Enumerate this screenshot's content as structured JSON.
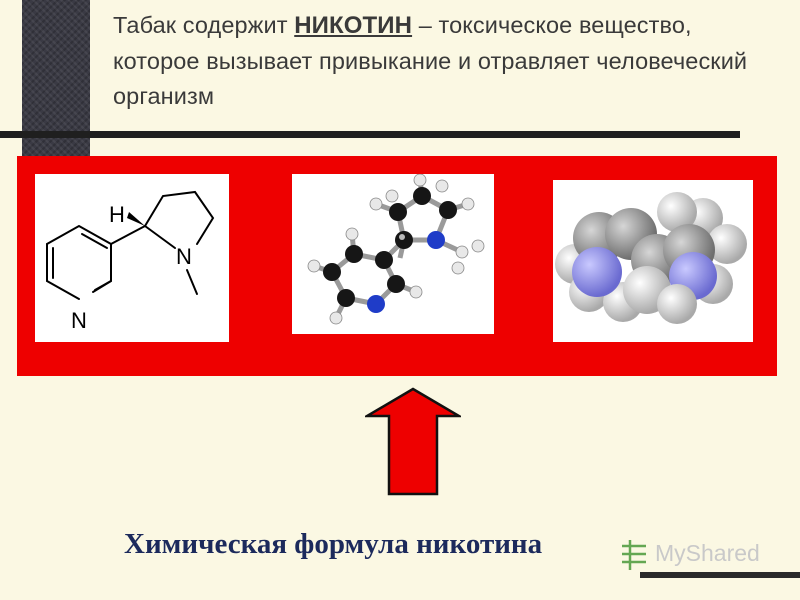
{
  "slide": {
    "title_before": "Табак содержит ",
    "title_keyword": "НИКОТИН",
    "title_after": " – токсическое вещество, которое вызывает привыкание и отравляет человеческий организм",
    "caption": "Химическая формула никотина",
    "structure_labels": {
      "hydrogen": "H",
      "nitrogen_ring": "N",
      "nitrogen_pyridine": "N"
    },
    "watermark": "MyShared"
  },
  "colors": {
    "background": "#fbf8e3",
    "panel": "#ee0000",
    "caption": "#1c2a5c",
    "arrow": "#ee0000"
  },
  "icons": [
    "skeletal-formula-image",
    "ball-and-stick-model-image",
    "space-filling-model-image",
    "up-arrow-icon",
    "watermark-logo-icon"
  ]
}
